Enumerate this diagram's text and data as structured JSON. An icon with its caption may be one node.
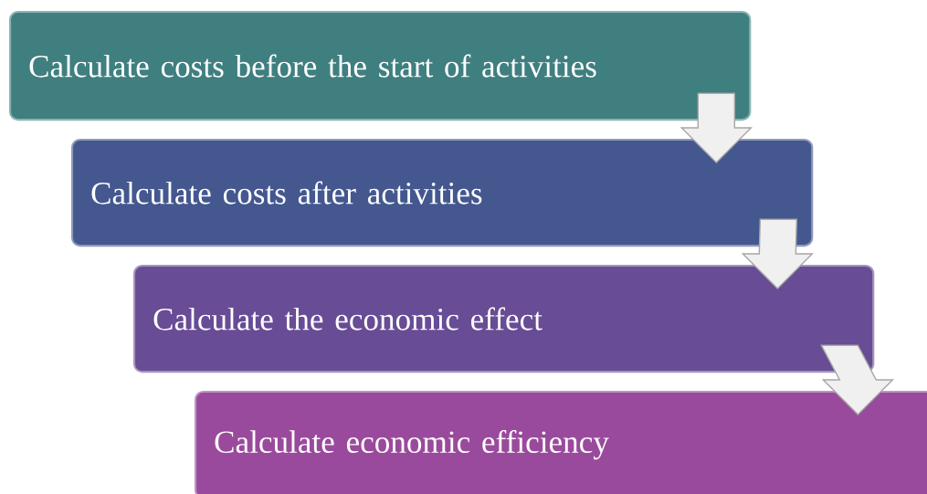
{
  "diagram": {
    "nodes": [
      {
        "text": [
          "Calculate costs before the start of activities"
        ]
      },
      {
        "text": [
          "Calculate costs after activities"
        ]
      },
      {
        "text": [
          "Calculate the economic effect"
        ]
      },
      {
        "text": [
          "Calculate economic efficiency"
        ]
      }
    ],
    "edges": [
      {
        "from": 0,
        "to": 1,
        "arrow": "to"
      },
      {
        "from": 1,
        "to": 2,
        "arrow": "to"
      },
      {
        "from": 2,
        "to": 3,
        "arrow": "to"
      }
    ]
  }
}
